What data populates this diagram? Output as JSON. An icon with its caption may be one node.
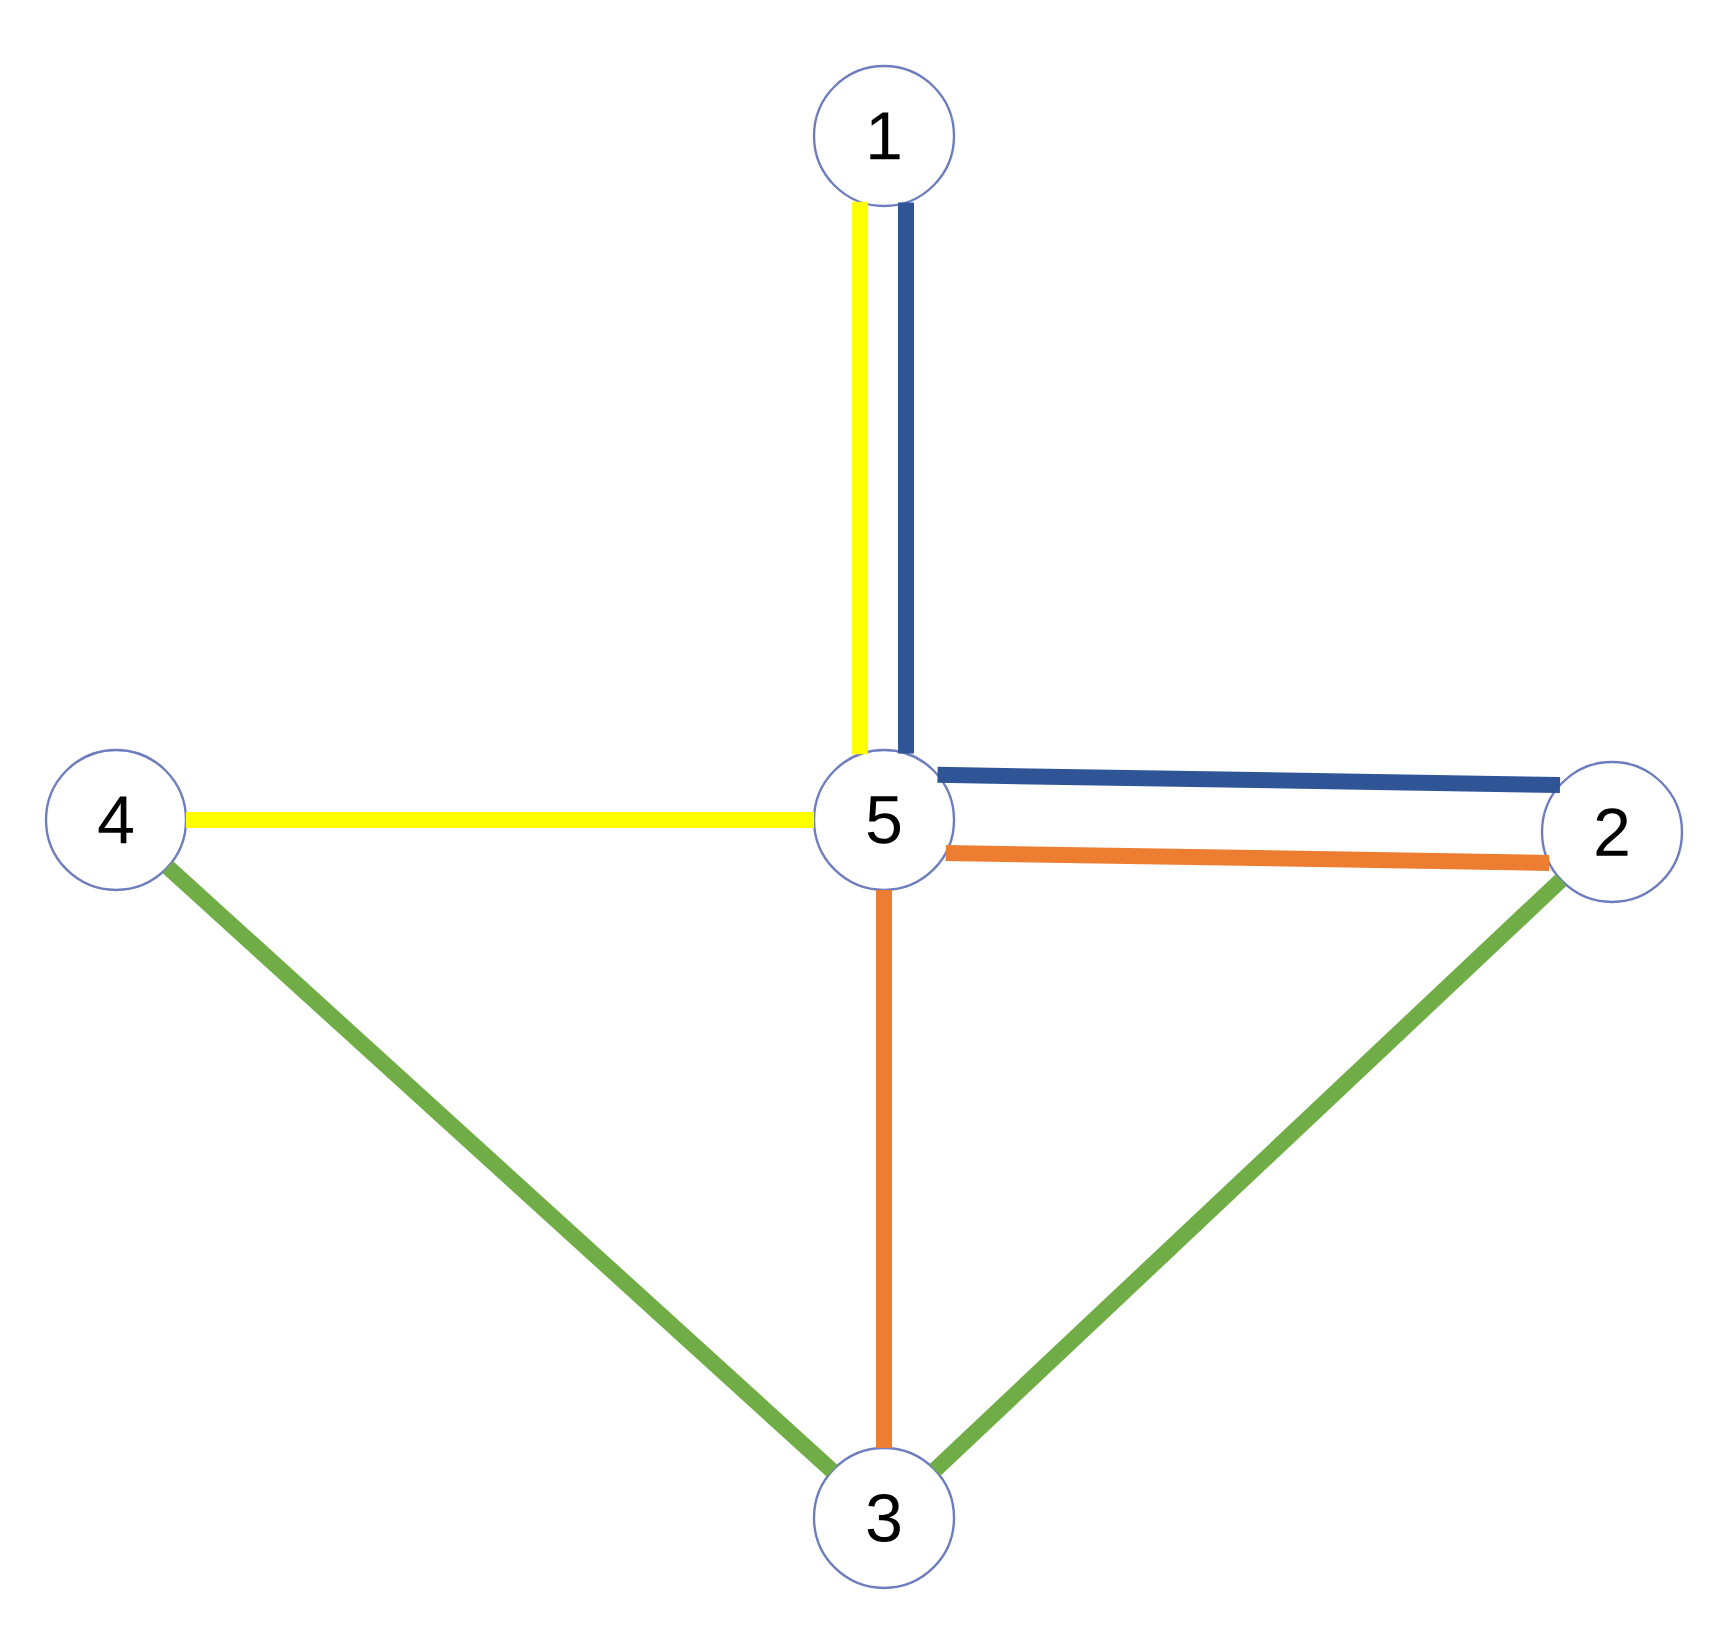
{
  "diagram": {
    "nodes": [
      {
        "text": [
          "1"
        ]
      },
      {
        "text": [
          "2"
        ]
      },
      {
        "text": [
          "3"
        ]
      },
      {
        "text": [
          "4"
        ]
      },
      {
        "text": [
          "5"
        ]
      }
    ],
    "edges": [
      {
        "from": 0,
        "to": 4,
        "arrow": "none",
        "color": "#ffff00"
      },
      {
        "from": 0,
        "to": 4,
        "arrow": "none",
        "color": "#2f5597"
      },
      {
        "from": 4,
        "to": 1,
        "arrow": "none",
        "color": "#2f5597"
      },
      {
        "from": 4,
        "to": 1,
        "arrow": "none",
        "color": "#ed7d31"
      },
      {
        "from": 3,
        "to": 4,
        "arrow": "none",
        "color": "#ffff00"
      },
      {
        "from": 4,
        "to": 2,
        "arrow": "none",
        "color": "#ed7d31"
      },
      {
        "from": 3,
        "to": 2,
        "arrow": "none",
        "color": "#70ad47"
      },
      {
        "from": 1,
        "to": 2,
        "arrow": "none",
        "color": "#70ad47"
      }
    ]
  }
}
